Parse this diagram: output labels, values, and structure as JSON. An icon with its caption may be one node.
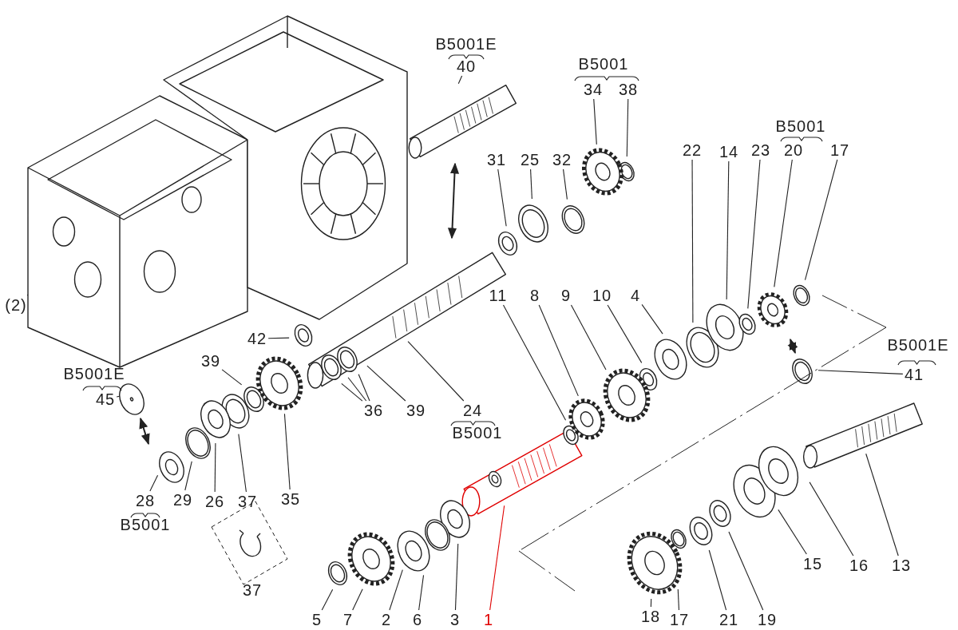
{
  "diagram": {
    "nodes": [
      {
        "text": [
          "(2)"
        ]
      },
      {
        "text": [
          "40"
        ]
      },
      {
        "text": [
          "34"
        ]
      },
      {
        "text": [
          "38"
        ]
      },
      {
        "text": [
          "31"
        ]
      },
      {
        "text": [
          "25"
        ]
      },
      {
        "text": [
          "32"
        ]
      },
      {
        "text": [
          "22"
        ]
      },
      {
        "text": [
          "14"
        ]
      },
      {
        "text": [
          "23"
        ]
      },
      {
        "text": [
          "20"
        ]
      },
      {
        "text": [
          "17"
        ]
      },
      {
        "text": [
          "41"
        ]
      },
      {
        "text": [
          "11"
        ]
      },
      {
        "text": [
          "8"
        ]
      },
      {
        "text": [
          "9"
        ]
      },
      {
        "text": [
          "10"
        ]
      },
      {
        "text": [
          "4"
        ]
      },
      {
        "text": [
          "42"
        ]
      },
      {
        "text": [
          "39"
        ]
      },
      {
        "text": [
          "45"
        ]
      },
      {
        "text": [
          "36"
        ]
      },
      {
        "text": [
          "39"
        ]
      },
      {
        "text": [
          "24"
        ]
      },
      {
        "text": [
          "28"
        ]
      },
      {
        "text": [
          "29"
        ]
      },
      {
        "text": [
          "26"
        ]
      },
      {
        "text": [
          "37"
        ]
      },
      {
        "text": [
          "35"
        ]
      },
      {
        "text": [
          "13"
        ]
      },
      {
        "text": [
          "16"
        ]
      },
      {
        "text": [
          "15"
        ]
      },
      {
        "text": [
          "19"
        ]
      },
      {
        "text": [
          "21"
        ]
      },
      {
        "text": [
          "17"
        ]
      },
      {
        "text": [
          "18"
        ]
      },
      {
        "text": [
          "5"
        ]
      },
      {
        "text": [
          "7"
        ]
      },
      {
        "text": [
          "2"
        ]
      },
      {
        "text": [
          "6"
        ]
      },
      {
        "text": [
          "3"
        ]
      },
      {
        "text": [
          "1"
        ]
      }
    ],
    "edges": [
      {
        "from": 0,
        "to": null,
        "arrow": "none"
      },
      {
        "from": 1,
        "to": null,
        "arrow": "none"
      },
      {
        "from": 2,
        "to": null,
        "arrow": "none"
      },
      {
        "from": 3,
        "to": null,
        "arrow": "none"
      },
      {
        "from": 4,
        "to": null,
        "arrow": "none"
      },
      {
        "from": 5,
        "to": null,
        "arrow": "none"
      },
      {
        "from": 6,
        "to": null,
        "arrow": "none"
      },
      {
        "from": 7,
        "to": null,
        "arrow": "none"
      },
      {
        "from": 8,
        "to": null,
        "arrow": "none"
      },
      {
        "from": 9,
        "to": null,
        "arrow": "none"
      },
      {
        "from": 10,
        "to": null,
        "arrow": "none"
      },
      {
        "from": 11,
        "to": null,
        "arrow": "none"
      },
      {
        "from": 12,
        "to": null,
        "arrow": "none"
      },
      {
        "from": 13,
        "to": null,
        "arrow": "none"
      },
      {
        "from": 14,
        "to": null,
        "arrow": "none"
      },
      {
        "from": 15,
        "to": null,
        "arrow": "none"
      },
      {
        "from": 16,
        "to": null,
        "arrow": "none"
      },
      {
        "from": 17,
        "to": null,
        "arrow": "none"
      },
      {
        "from": 18,
        "to": null,
        "arrow": "none"
      },
      {
        "from": 19,
        "to": null,
        "arrow": "none"
      },
      {
        "from": 20,
        "to": null,
        "arrow": "none"
      },
      {
        "from": 21,
        "to": null,
        "arrow": "none"
      },
      {
        "from": 21,
        "to": null,
        "arrow": "none"
      },
      {
        "from": 21,
        "to": null,
        "arrow": "none"
      },
      {
        "from": 22,
        "to": null,
        "arrow": "none"
      },
      {
        "from": 23,
        "to": null,
        "arrow": "none"
      },
      {
        "from": 24,
        "to": null,
        "arrow": "none"
      },
      {
        "from": 25,
        "to": null,
        "arrow": "none"
      },
      {
        "from": 26,
        "to": null,
        "arrow": "none"
      },
      {
        "from": 27,
        "to": null,
        "arrow": "none"
      },
      {
        "from": 28,
        "to": null,
        "arrow": "none"
      },
      {
        "from": 29,
        "to": null,
        "arrow": "none"
      },
      {
        "from": 30,
        "to": null,
        "arrow": "none"
      },
      {
        "from": 31,
        "to": null,
        "arrow": "none"
      },
      {
        "from": 32,
        "to": null,
        "arrow": "none"
      },
      {
        "from": 33,
        "to": null,
        "arrow": "none"
      },
      {
        "from": 34,
        "to": null,
        "arrow": "none"
      },
      {
        "from": 35,
        "to": null,
        "arrow": "none"
      },
      {
        "from": 36,
        "to": null,
        "arrow": "none"
      },
      {
        "from": 37,
        "to": null,
        "arrow": "none"
      },
      {
        "from": 38,
        "to": null,
        "arrow": "none"
      },
      {
        "from": 39,
        "to": null,
        "arrow": "none"
      },
      {
        "from": 40,
        "to": null,
        "arrow": "none"
      },
      {
        "from": 41,
        "to": null,
        "arrow": "none",
        "color": "#e00000"
      }
    ],
    "labels": [
      "B5001E",
      "B5001",
      "B5001",
      "B5001E",
      "B5001E",
      "B5001",
      "B5001",
      "37"
    ]
  }
}
